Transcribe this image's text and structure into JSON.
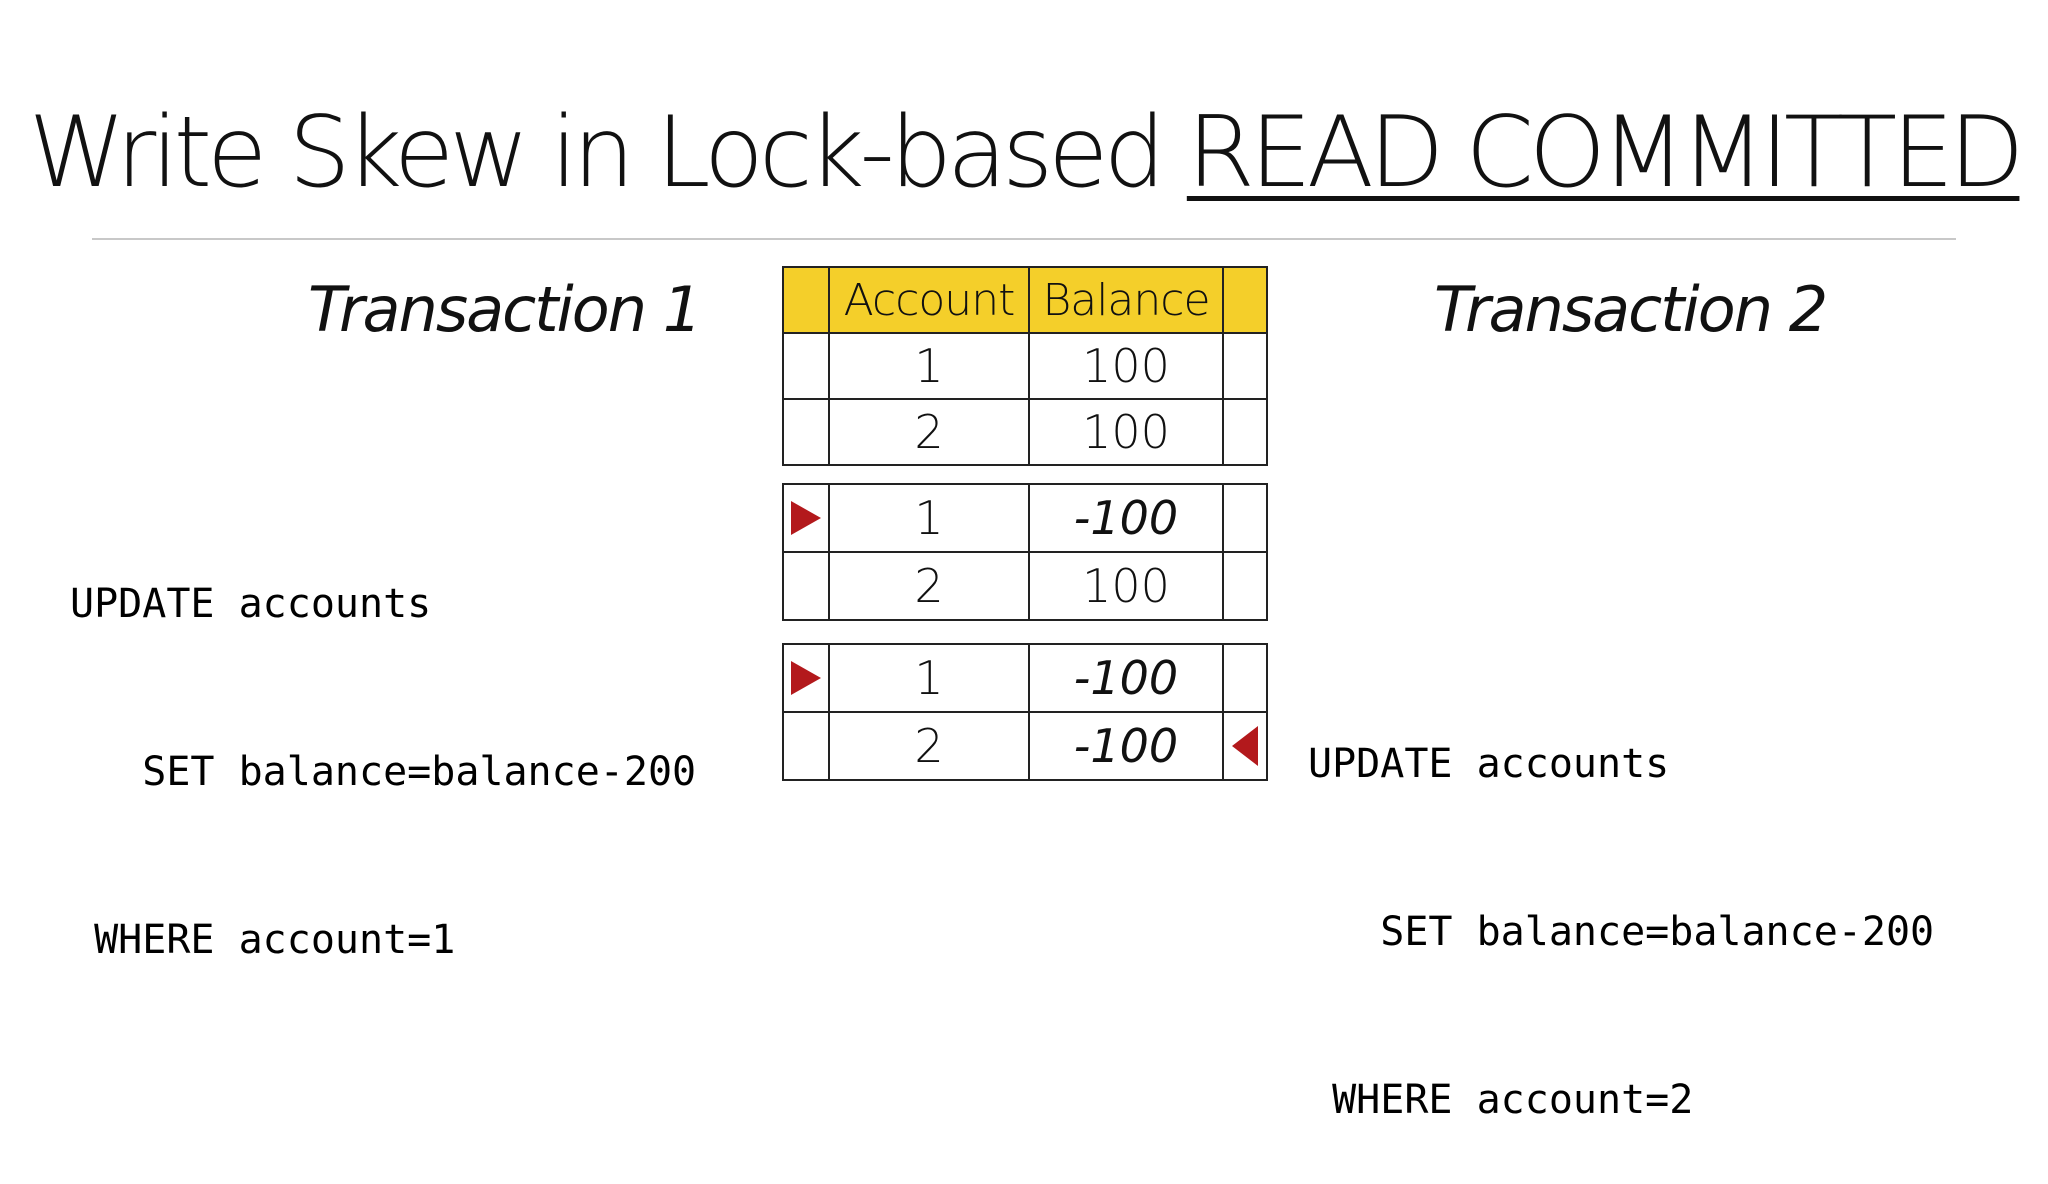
{
  "title": {
    "prefix": "Write Skew in Lock-based ",
    "emphasis": "READ COMMITTED"
  },
  "transaction_1": {
    "heading": "Transaction 1",
    "code": [
      "UPDATE accounts",
      "   SET balance=balance-200",
      " WHERE account=1"
    ]
  },
  "transaction_2": {
    "heading": "Transaction 2",
    "code": [
      "UPDATE accounts",
      "   SET balance=balance-200",
      " WHERE account=2"
    ]
  },
  "table": {
    "columns": [
      "Account",
      "Balance"
    ],
    "initial_rows": [
      {
        "account": "1",
        "balance": "100"
      },
      {
        "account": "2",
        "balance": "100"
      }
    ],
    "after_txn1_rows": [
      {
        "account": "1",
        "balance": "-100",
        "locked_by": "Transaction 1"
      },
      {
        "account": "2",
        "balance": "100"
      }
    ],
    "after_txn2_rows": [
      {
        "account": "1",
        "balance": "-100",
        "locked_by": "Transaction 1"
      },
      {
        "account": "2",
        "balance": "-100",
        "locked_by": "Transaction 2"
      }
    ]
  },
  "colors": {
    "header_fill": "#f4cf2a",
    "lock_arrow": "#b3191c"
  },
  "icons": {
    "txn1_lock": "arrow-right-icon",
    "txn2_lock": "arrow-left-icon"
  }
}
